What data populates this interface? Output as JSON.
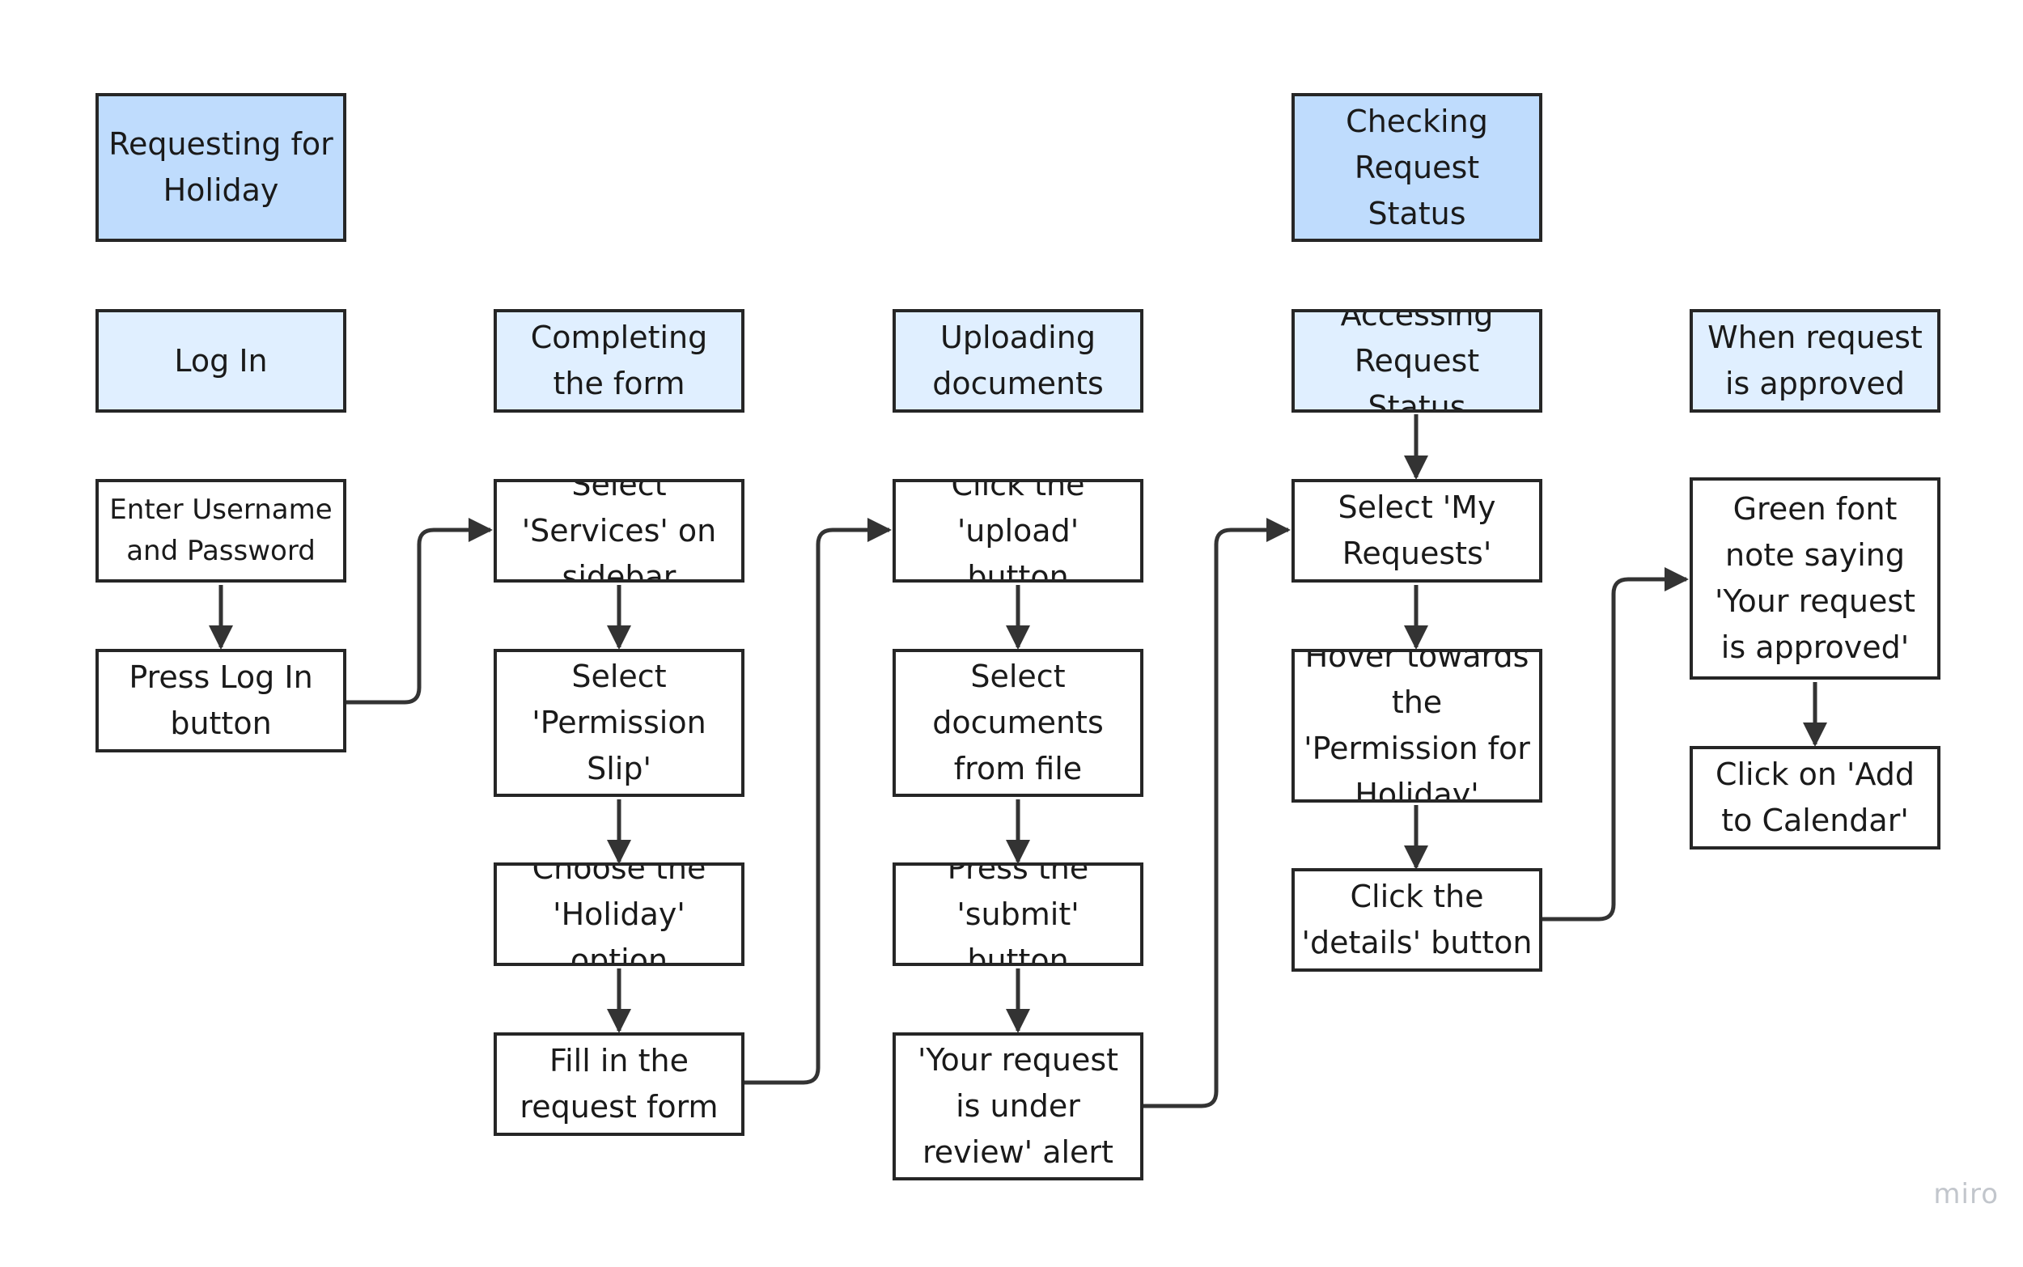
{
  "columns": [
    {
      "title": "Requesting for Holiday",
      "section": "Log In",
      "steps": [
        "Enter Username and Password",
        "Press Log In button"
      ]
    },
    {
      "title": "",
      "section": "Completing the form",
      "steps": [
        "Select 'Services' on sidebar",
        "Select 'Permission Slip'",
        "Choose the 'Holiday' option",
        "Fill in the request form"
      ]
    },
    {
      "title": "",
      "section": "Uploading documents",
      "steps": [
        "Click the 'upload' button",
        "Select documents from file",
        "Press the 'submit' button",
        "'Your request is under review' alert"
      ]
    },
    {
      "title": "Checking Request Status",
      "section": "Accessing Request Status",
      "steps": [
        "Select 'My Requests'",
        "Hover towards the 'Permission for Holiday'",
        "Click the 'details' button"
      ]
    },
    {
      "title": "",
      "section": "When request is approved",
      "steps": [
        "Green font note saying 'Your request is approved'",
        "Click on 'Add to Calendar'"
      ]
    }
  ],
  "watermark": "miro",
  "colors": {
    "title_fill": "#bfdcfd",
    "section_fill": "#e0efff",
    "stroke": "#262626"
  }
}
